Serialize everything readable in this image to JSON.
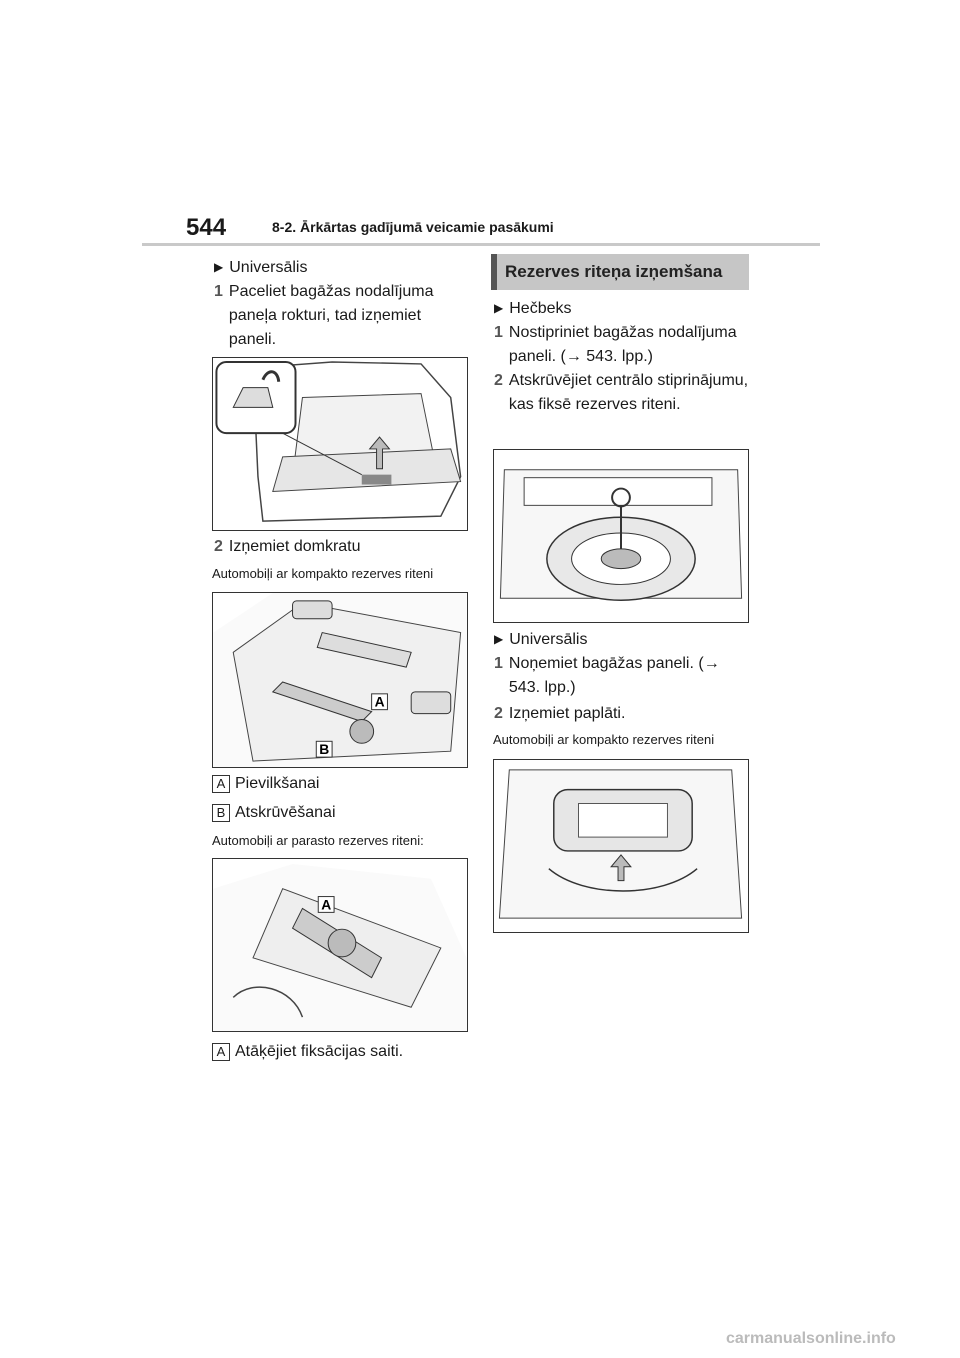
{
  "header": {
    "page_number": "544",
    "section": "8-2. Ārkārtas gadījumā veicamie pasākumi"
  },
  "left": {
    "universal_title": "Universālis",
    "step1_num": "1",
    "step1_text": "Paceliet bagāžas nodalījuma paneļa rokturi, tad izņemiet paneli.",
    "step2_num": "2",
    "step2_text": "Izņemiet domkratu",
    "note_compact": "Automobiļi ar kompakto rezerves riteni",
    "label_a": "A",
    "label_b": "B",
    "label_a_text": "Pievilkšanai",
    "label_b_text": "Atskrūvēšanai",
    "note_regular": "Automobiļi ar parasto rezerves riteni:",
    "label_a2_text": "Atāķējiet fiksācijas saiti."
  },
  "right": {
    "heading": "Rezerves riteņa izņemšana",
    "hatch_title": "Hečbeks",
    "h_step1_num": "1",
    "h_step1_text": "Nostipriniet bagāžas nodalījuma paneli. (→ 543. lpp.)",
    "h_step2_num": "2",
    "h_step2_text": "Atskrūvējiet centrālo stiprinājumu, kas fiksē rezerves riteni.",
    "universal_title": "Universālis",
    "u_step1_num": "1",
    "u_step1_text": "Noņemiet bagāžas paneli. (→ 543. lpp.)",
    "u_step2_num": "2",
    "u_step2_text": "Izņemiet paplāti.",
    "note_compact": "Automobiļi ar kompakto rezerves riteni"
  },
  "footer": {
    "watermark": "carmanualsonline.info"
  }
}
